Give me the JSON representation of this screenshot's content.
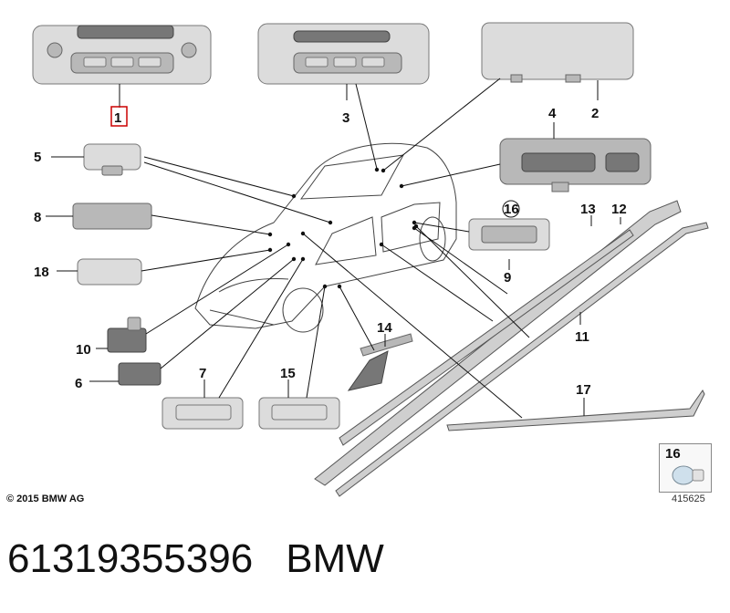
{
  "diagram": {
    "callouts": [
      {
        "id": "c1",
        "label": "1",
        "highlighted": true
      },
      {
        "id": "c2",
        "label": "2"
      },
      {
        "id": "c3",
        "label": "3"
      },
      {
        "id": "c4",
        "label": "4"
      },
      {
        "id": "c5",
        "label": "5"
      },
      {
        "id": "c6",
        "label": "6"
      },
      {
        "id": "c7",
        "label": "7"
      },
      {
        "id": "c8",
        "label": "8"
      },
      {
        "id": "c9",
        "label": "9"
      },
      {
        "id": "c10",
        "label": "10"
      },
      {
        "id": "c11",
        "label": "11"
      },
      {
        "id": "c12",
        "label": "12"
      },
      {
        "id": "c13",
        "label": "13"
      },
      {
        "id": "c14",
        "label": "14"
      },
      {
        "id": "c15",
        "label": "15"
      },
      {
        "id": "c16",
        "label": "16"
      },
      {
        "id": "c17",
        "label": "17"
      },
      {
        "id": "c18",
        "label": "18"
      }
    ],
    "inset_label": "16",
    "copyright": "© 2015 BMW AG",
    "diagram_number": "415625",
    "highlight_color": "#cc0000"
  },
  "footer": {
    "part_number": "61319355396",
    "brand": "BMW"
  }
}
